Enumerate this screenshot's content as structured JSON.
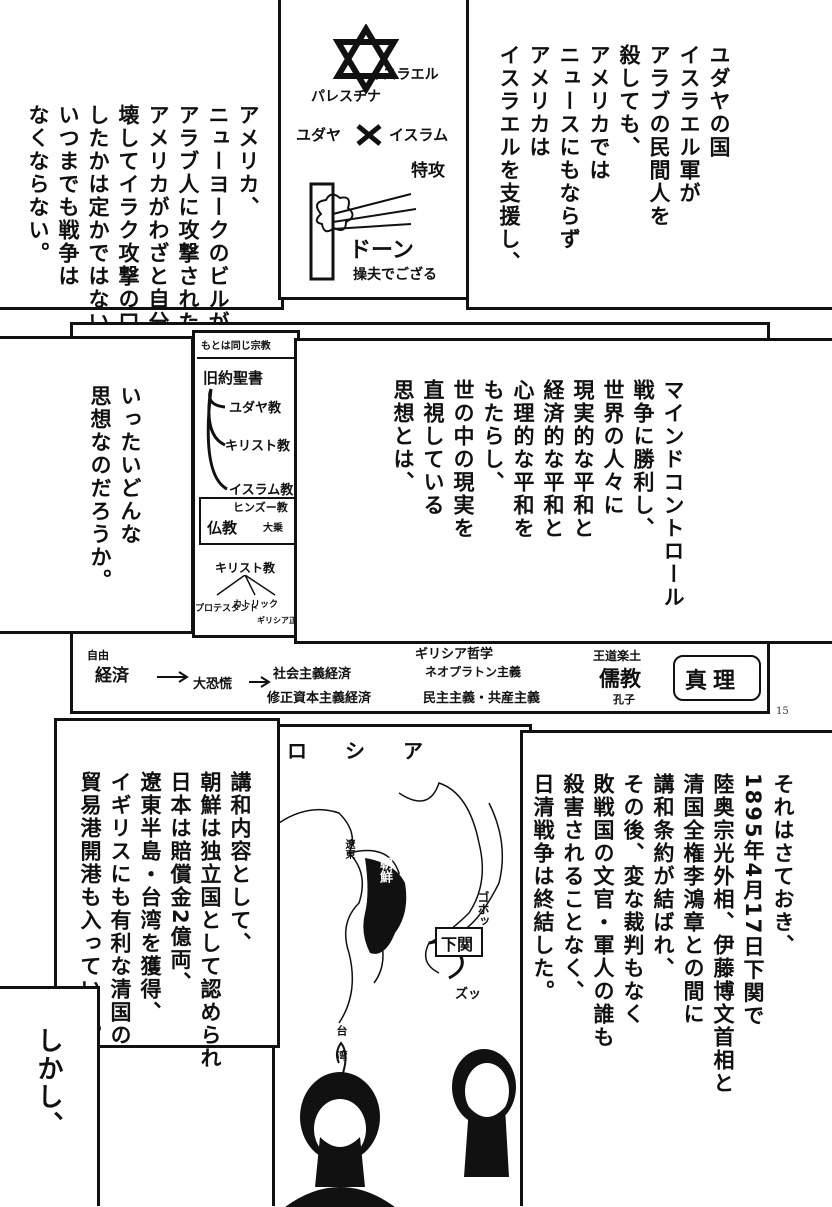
{
  "page_number": "15",
  "row1": {
    "left_text": "アメリカ、\nニューヨークのビルが\nアラブ人に攻撃されたか、\nアメリカがわざと自分で\n壊してイラク攻撃の口実に\nしたかは定かではないが、\nいつまでも戦争は\nなくならない。",
    "right_text": "ユダヤの国\nイスラエル軍が\nアラブの民間人を\n殺しても、\nアメリカでは\nニュースにもならず\nアメリカは\nイスラエルを支援し、",
    "drawing": {
      "israel": "イスラエル",
      "palestine": "パレスチナ",
      "yudaya": "ユダヤ",
      "islam": "イスラム",
      "tokko": "特攻",
      "doon": "ドーン",
      "note": "操夫でござる"
    }
  },
  "row2": {
    "left_text": "いったいどんな\n思想なのだろうか。",
    "right_text": "マインドコントロール\n戦争に勝利し、\n世界の人々に\n現実的な平和と\n経済的な平和と\n心理的な平和を\nもたらし、\n世の中の現実を\n直視している\n思想とは、",
    "diagram": {
      "header": "もとは同じ宗教",
      "old_testament": "旧約聖書",
      "judaism": "ユダヤ教",
      "christianity": "キリスト教",
      "islam": "イスラム教",
      "hinduism": "ヒンズー教",
      "buddhism": "仏教",
      "taoism": "大乗",
      "christianity2": "キリスト教",
      "protestant": "プロテスタント",
      "catholic": "カトリック",
      "orthodox": "ギリシア正教"
    },
    "bottom_strip": {
      "jiyu": "自由",
      "keizai": "経済",
      "daikyoko": "大恐慌",
      "shakai": "社会主義経済",
      "shusei": "修正資本主義経済",
      "greek": "ギリシア哲学",
      "neo": "ネオプラトン主義",
      "minshu": "民主主義・共産主義",
      "odo": "王道楽土",
      "jukyo": "儒教",
      "koshi": "孔子",
      "shinri": "真理"
    }
  },
  "row3": {
    "left_text": "講和内容として、\n朝鮮は独立国として認められ\n日本は賠償金2億両、\n遼東半島・台湾を獲得、\nイギリスにも有利な清国の\n貿易港開港も入っていた。",
    "right_text": "それはさておき、\n1895年4月17日下関で\n陸奥宗光外相、伊藤博文首相と\n清国全権李鴻章との間に\n講和条約が結ばれ、\nその後、変な裁判もなく\n敗戦国の文官・軍人の誰も\n殺害されることなく、\n日清戦争は終結した。",
    "bottom_left_text": "しかし、",
    "map": {
      "russia": "ロシア",
      "liaodong": "遼東",
      "korea": "朝鮮",
      "shimonoseki": "下関",
      "taiwan": "台湾",
      "gohon": "ゴホッ",
      "zu": "ズッ"
    }
  }
}
